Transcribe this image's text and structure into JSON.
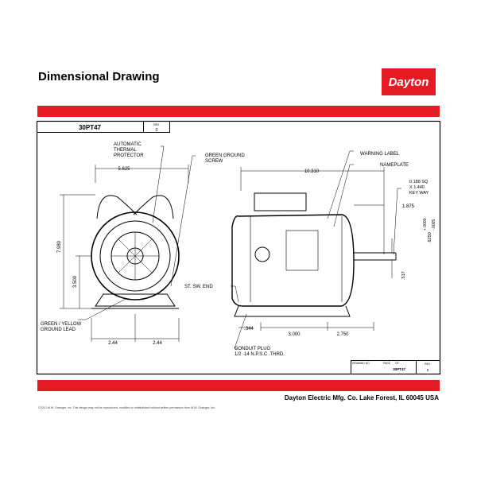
{
  "header": {
    "title": "Dimensional Drawing",
    "logo": "Dayton"
  },
  "title_block": {
    "model": "30PT47",
    "rev_label": "REV.",
    "rev": "0"
  },
  "bottom_block": {
    "drawing_no_label": "DRAWING NO.",
    "page_label": "PAGE",
    "of_label": "OF",
    "drawing_no": "30PT47",
    "rev_label": "REV.",
    "rev": "0"
  },
  "callouts": {
    "thermal": [
      "AUTOMATIC",
      "THERMAL",
      "PROTECTOR"
    ],
    "ground_screw": [
      "GREEN GROUND",
      "SCREW"
    ],
    "warning": "WARNING LABEL",
    "nameplate": "NAMEPLATE",
    "keyway": [
      "0.188 SQ",
      "X 1.440",
      "KEY WAY"
    ],
    "st_sw_end": "ST. SW. END",
    "ground_lead": [
      "GREEN / YELLOW",
      "GROUND LEAD"
    ],
    "conduit": [
      "CONDUIT PLUG",
      "1/2 -14 N.P.S.C .THRD."
    ]
  },
  "dimensions": {
    "width_front": "5.625",
    "height": "7.980",
    "shaft_height": "3.500",
    "base_left": "2.44",
    "base_right": "2.44",
    "length": "10.310",
    "shaft_len": "1.875",
    "shaft_dia": ".6250",
    "shaft_tol_plus": "+.0000",
    "shaft_tol_minus": "-.0005",
    "flat": ".517",
    "offset": ".344",
    "mount1": "3.000",
    "mount2": "2.750"
  },
  "footer": {
    "company": "Dayton Electric Mfg. Co.  Lake Forest, IL  60045  USA",
    "copyright": "©2013 W.W. Grainger, Inc.   This design may not be reproduced, modified or redistributed without written permission from W.W. Grainger, Inc."
  }
}
